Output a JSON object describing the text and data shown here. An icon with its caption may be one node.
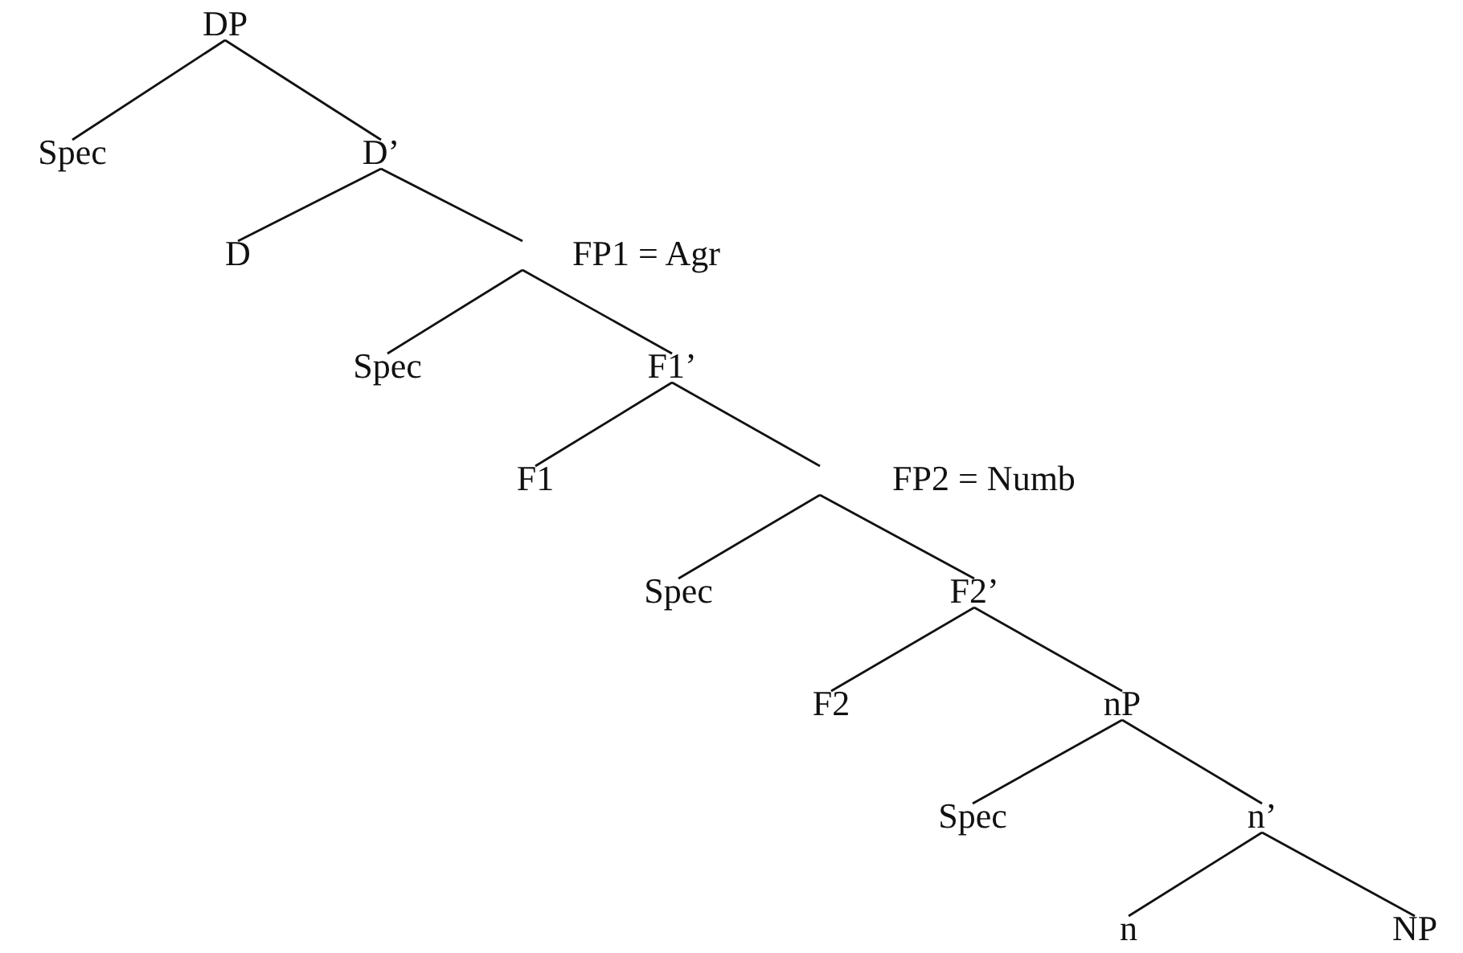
{
  "diagram": {
    "nodes": [
      {
        "text": [
          "DP"
        ]
      },
      {
        "text": [
          "Spec"
        ]
      },
      {
        "text": [
          "D’"
        ]
      },
      {
        "text": [
          "D"
        ]
      },
      {
        "text": [
          "FP1 = Agr"
        ]
      },
      {
        "text": [
          "Spec"
        ]
      },
      {
        "text": [
          "F1’"
        ]
      },
      {
        "text": [
          "F1"
        ]
      },
      {
        "text": [
          "FP2 = Numb"
        ]
      },
      {
        "text": [
          "Spec"
        ]
      },
      {
        "text": [
          "F2’"
        ]
      },
      {
        "text": [
          "F2"
        ]
      },
      {
        "text": [
          "nP"
        ]
      },
      {
        "text": [
          "Spec"
        ]
      },
      {
        "text": [
          "n’"
        ]
      },
      {
        "text": [
          "n"
        ]
      },
      {
        "text": [
          "NP"
        ]
      }
    ],
    "edges": [
      {
        "from": 0,
        "to": 1,
        "arrow": "none"
      },
      {
        "from": 0,
        "to": 2,
        "arrow": "none"
      },
      {
        "from": 2,
        "to": 3,
        "arrow": "none"
      },
      {
        "from": 2,
        "to": 4,
        "arrow": "none"
      },
      {
        "from": 4,
        "to": 5,
        "arrow": "none"
      },
      {
        "from": 4,
        "to": 6,
        "arrow": "none"
      },
      {
        "from": 6,
        "to": 7,
        "arrow": "none"
      },
      {
        "from": 6,
        "to": 8,
        "arrow": "none"
      },
      {
        "from": 8,
        "to": 9,
        "arrow": "none"
      },
      {
        "from": 8,
        "to": 10,
        "arrow": "none"
      },
      {
        "from": 10,
        "to": 11,
        "arrow": "none"
      },
      {
        "from": 10,
        "to": 12,
        "arrow": "none"
      },
      {
        "from": 12,
        "to": 13,
        "arrow": "none"
      },
      {
        "from": 12,
        "to": 14,
        "arrow": "none"
      },
      {
        "from": 14,
        "to": 15,
        "arrow": "none"
      },
      {
        "from": 14,
        "to": 16,
        "arrow": "none"
      }
    ]
  }
}
